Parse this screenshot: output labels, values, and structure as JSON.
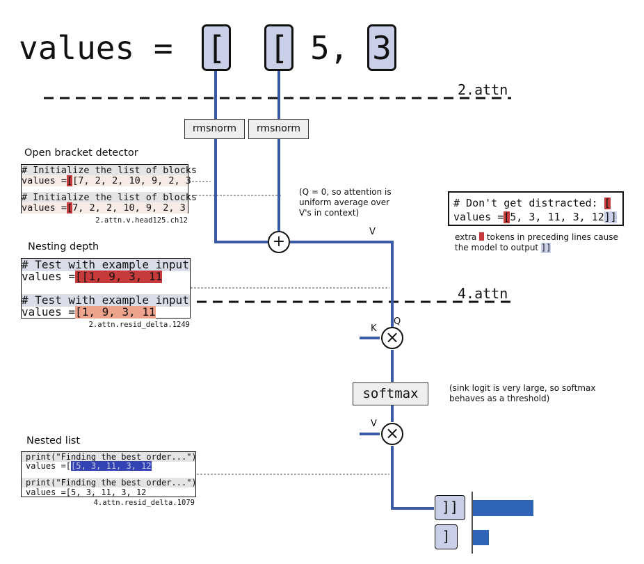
{
  "header": {
    "prefix": "values = ",
    "tokens": [
      "[",
      "[",
      "3"
    ],
    "plain_mid": "5,"
  },
  "layers": {
    "attn2": "2.attn",
    "attn4": "4.attn"
  },
  "nodes": {
    "rmsnorm_a": "rmsnorm",
    "rmsnorm_b": "rmsnorm",
    "plus": "+",
    "times_q": "×",
    "times_v": "×",
    "softmax": "softmax"
  },
  "edge_labels": {
    "v_top": "V",
    "k": "K",
    "q": "Q",
    "v_bottom": "V"
  },
  "notes": {
    "q_zero": "(Q = 0, so attention is uniform average over V's in context)",
    "sink": "(sink logit is very large, so softmax behaves as a threshold)",
    "extra_prefix": "extra",
    "extra_mid": "tokens in preceding lines cause the model to output",
    "extra_suffix": "]]"
  },
  "open_bracket_detector": {
    "title": "Open bracket detector",
    "lines": [
      {
        "a": "# Initialize the list of blocks",
        "b_pre": "values =",
        "b_hl": "[",
        "b_post": "[7, 2, 2, 10, 9, 2, 3"
      },
      {
        "a": "# Initialize the list of blocks",
        "b_pre": "values =",
        "b_hl": "[",
        "b_post": "7, 2, 2, 10, 9, 2, 3"
      }
    ],
    "caption": "2.attn.v.head125.ch12"
  },
  "nesting_depth": {
    "title": "Nesting depth",
    "lines": [
      {
        "a": "# Test with example input",
        "b_pre": "values =",
        "b_hl": "[[1, 9, 3, 11"
      },
      {
        "a": "# Test with example input",
        "b_pre": "values =",
        "b_hl": "[1, 9, 3, 11"
      }
    ],
    "caption": "2.attn.resid_delta.1249"
  },
  "nested_list": {
    "title": "Nested list",
    "lines": [
      {
        "a": "print(\"Finding the best order...\")",
        "b_pre": "values =[",
        "b_hl": "[5, 3, 11, 3, 12"
      },
      {
        "a": "print(\"Finding the best order...\")",
        "b_pre": "values =[5, 3, 11, 3, 12",
        "b_hl": ""
      }
    ],
    "caption": "4.attn.resid_delta.1079"
  },
  "distract": {
    "line1_pre": "# Don't get distracted: ",
    "line1_hl": "[",
    "line2_pre": "values =",
    "line2_hl": "[",
    "line2_post": "5, 3, 11, 3, 12",
    "line2_end": "]]"
  },
  "outputs": [
    {
      "label": "]]",
      "value": 0.82
    },
    {
      "label": "]",
      "value": 0.22
    }
  ],
  "colors": {
    "wire": "#3a5aa5",
    "token_fill": "#c9cfe6",
    "red_strong": "#c53b3b",
    "red_light": "#eea48c",
    "blue_strong": "#3443b4",
    "bar": "#2f63b6"
  }
}
